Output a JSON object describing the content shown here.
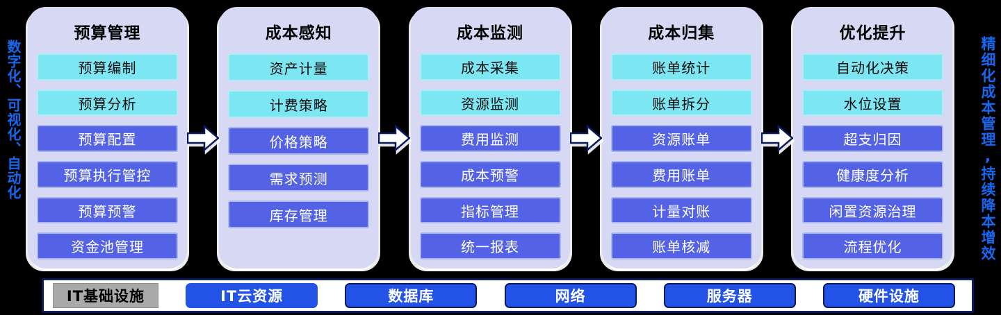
{
  "side_labels": {
    "left": "数字化、可视化、自动化",
    "right": "精细化成本管理,持续降本增效"
  },
  "columns": [
    {
      "title": "预算管理",
      "items": [
        {
          "label": "预算编制",
          "style": "cyan"
        },
        {
          "label": "预算分析",
          "style": "cyan"
        },
        {
          "label": "预算配置",
          "style": "blue"
        },
        {
          "label": "预算执行管控",
          "style": "blue"
        },
        {
          "label": "预算预警",
          "style": "blue"
        },
        {
          "label": "资金池管理",
          "style": "blue"
        }
      ]
    },
    {
      "title": "成本感知",
      "items": [
        {
          "label": "资产计量",
          "style": "cyan"
        },
        {
          "label": "计费策略",
          "style": "cyan"
        },
        {
          "label": "价格策略",
          "style": "blue"
        },
        {
          "label": "需求预测",
          "style": "blue"
        },
        {
          "label": "库存管理",
          "style": "blue"
        }
      ]
    },
    {
      "title": "成本监测",
      "items": [
        {
          "label": "成本采集",
          "style": "cyan"
        },
        {
          "label": "资源监测",
          "style": "cyan"
        },
        {
          "label": "费用监测",
          "style": "blue"
        },
        {
          "label": "成本预警",
          "style": "blue"
        },
        {
          "label": "指标管理",
          "style": "blue"
        },
        {
          "label": "统一报表",
          "style": "blue"
        }
      ]
    },
    {
      "title": "成本归集",
      "items": [
        {
          "label": "账单统计",
          "style": "cyan"
        },
        {
          "label": "账单拆分",
          "style": "cyan"
        },
        {
          "label": "资源账单",
          "style": "blue"
        },
        {
          "label": "费用账单",
          "style": "blue"
        },
        {
          "label": "计量对账",
          "style": "blue"
        },
        {
          "label": "账单核减",
          "style": "blue"
        }
      ]
    },
    {
      "title": "优化提升",
      "items": [
        {
          "label": "自动化决策",
          "style": "cyan"
        },
        {
          "label": "水位设置",
          "style": "cyan"
        },
        {
          "label": "超支归因",
          "style": "blue"
        },
        {
          "label": "健康度分析",
          "style": "blue"
        },
        {
          "label": "闲置资源治理",
          "style": "blue"
        },
        {
          "label": "流程优化",
          "style": "blue"
        }
      ]
    }
  ],
  "bottom_bar": {
    "base_label": "IT基础设施",
    "buttons": [
      {
        "label": "IT云资源",
        "bordered": false
      },
      {
        "label": "数据库",
        "bordered": true
      },
      {
        "label": "网络",
        "bordered": true
      },
      {
        "label": "服务器",
        "bordered": true
      },
      {
        "label": "硬件设施",
        "bordered": true
      }
    ]
  },
  "icons": {
    "flow_arrow": "right-block-arrow"
  },
  "colors": {
    "background": "#000000",
    "panel": "#d7d8f3",
    "item_cyan": "#7de6f3",
    "item_blue": "#5463e6",
    "bottom_button_blue": "#2353e6",
    "navy_border": "#0a1b5e",
    "gray_box": "#a9a9a9",
    "side_text_blue": "#1668f0",
    "arrow_fill": "#ffffff"
  }
}
